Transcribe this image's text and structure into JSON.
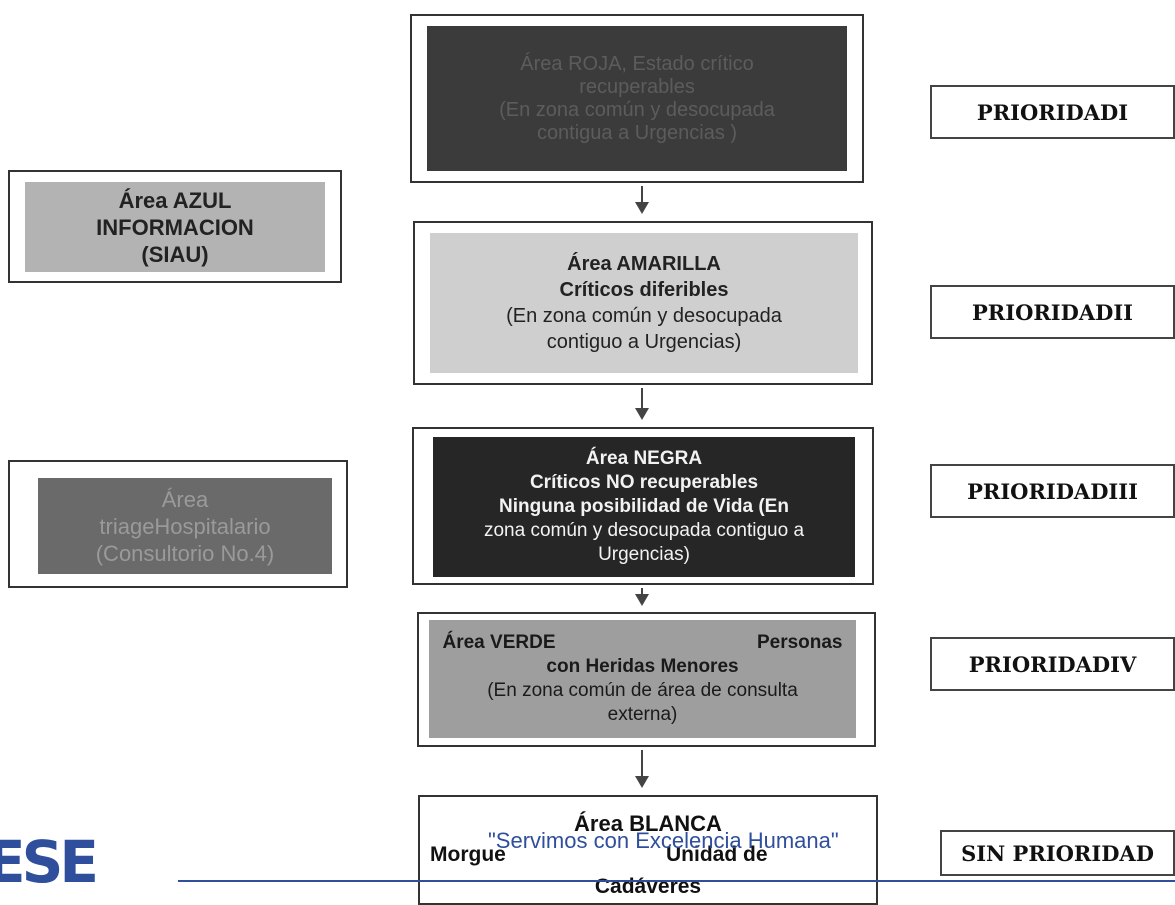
{
  "colors": {
    "roja": "#3b3b3b",
    "azul": "#b3b3b3",
    "amarilla": "#cfcfcf",
    "negra": "#262626",
    "triage": "#6a6a6a",
    "verde": "#9e9e9e",
    "footer": "#2f4f9c"
  },
  "roja": {
    "lines": [
      "Área ROJA, Estado crítico",
      "recuperables",
      "(En zona común y desocupada",
      "contigua a Urgencias )"
    ]
  },
  "azul": {
    "lines": [
      "Área AZUL",
      "INFORMACION",
      "(SIAU)"
    ]
  },
  "amarilla": {
    "lines": [
      "Área AMARILLA",
      "Críticos diferibles",
      "(En zona común y desocupada",
      "contiguo a Urgencias)"
    ]
  },
  "negra": {
    "lines": [
      "Área NEGRA",
      "Críticos NO recuperables",
      "Ninguna posibilidad de Vida (En",
      "zona común y desocupada contiguo a",
      "Urgencias)"
    ]
  },
  "triage": {
    "lines": [
      "Área",
      "triageHospitalario",
      "(Consultorio No.4)"
    ]
  },
  "verde": {
    "line1_left": "Área VERDE",
    "line1_right": "Personas",
    "lines": [
      "con Heridas Menores",
      "(En zona común de área de consulta",
      "externa)"
    ]
  },
  "blanca": {
    "title": "Área BLANCA",
    "left": "Morgue",
    "right": "Unidad de",
    "bottom": "Cadáveres"
  },
  "priorities": [
    "PRIORIDADI",
    "PRIORIDADII",
    "PRIORIDADIII",
    "PRIORIDADIV",
    "SIN PRIORIDAD"
  ],
  "footer": {
    "slogan": "\"Servimos con Excelencia Humana\"",
    "logo": "ESE"
  }
}
